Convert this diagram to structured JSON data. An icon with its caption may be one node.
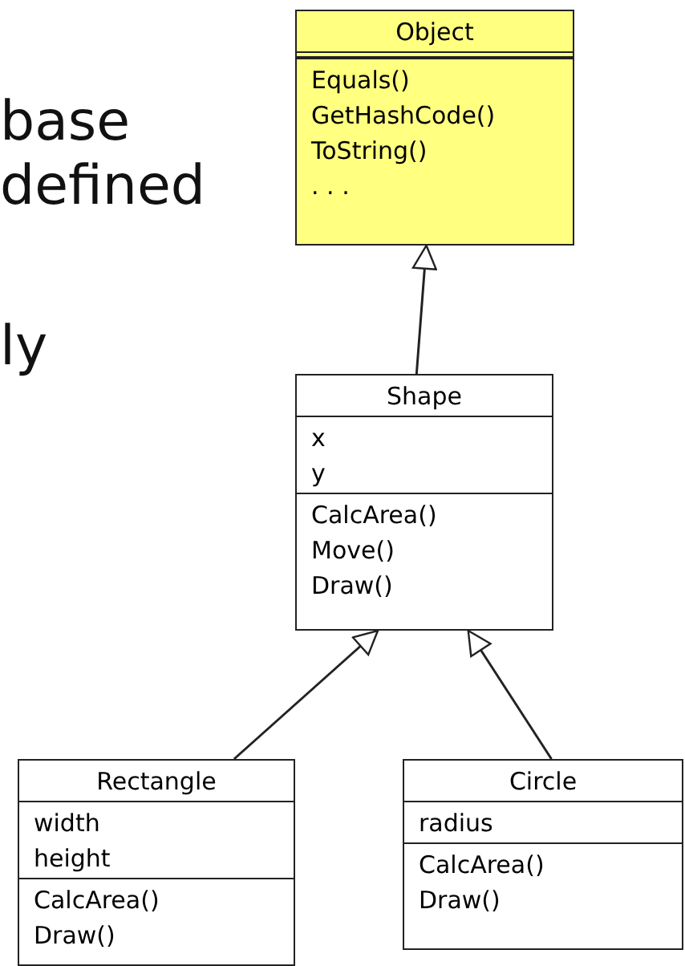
{
  "diagram": {
    "nodes": [
      {
        "text": [
          "Object",
          "Equals()",
          "GetHashCode()",
          "ToString()",
          ". . ."
        ]
      },
      {
        "text": [
          "Shape",
          "x",
          "y",
          "CalcArea()",
          "Move()",
          "Draw()"
        ]
      },
      {
        "text": [
          "Rectangle",
          "width",
          "height",
          "CalcArea()",
          "Draw()"
        ]
      },
      {
        "text": [
          "Circle",
          "radius",
          "CalcArea()",
          "Draw()"
        ]
      }
    ],
    "edges": [
      {
        "from": 1,
        "to": 0,
        "arrow": "to"
      },
      {
        "from": 2,
        "to": 1,
        "arrow": "to"
      },
      {
        "from": 3,
        "to": 1,
        "arrow": "to"
      }
    ],
    "labels": [
      "base",
      "defined",
      "ly"
    ]
  }
}
